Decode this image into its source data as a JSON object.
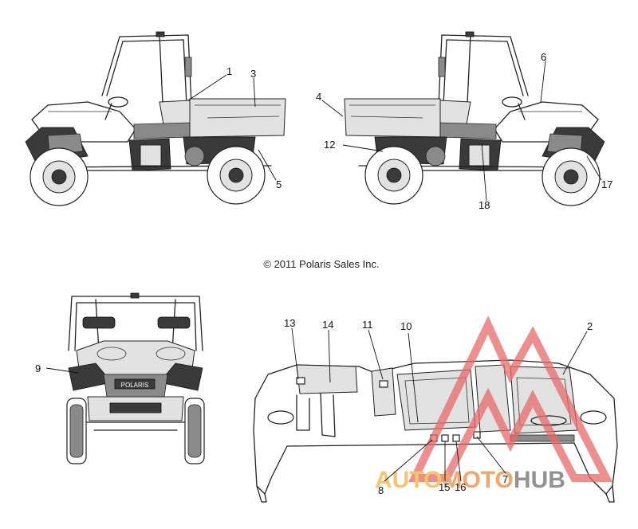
{
  "copyright": "© 2011 Polaris Sales Inc.",
  "callouts": [
    "1",
    "2",
    "3",
    "4",
    "5",
    "6",
    "7",
    "8",
    "9",
    "10",
    "11",
    "12",
    "13",
    "14",
    "15",
    "16",
    "17",
    "18"
  ],
  "brand_badge": "POLARIS",
  "watermark": {
    "part1": "AUTO",
    "part2": "MOTO",
    "part3": "HUB",
    "colors": {
      "auto": "#f7b23b",
      "moto": "#f08a3a",
      "hub": "#6e6e6e",
      "triangle": "#e86a6a"
    }
  }
}
